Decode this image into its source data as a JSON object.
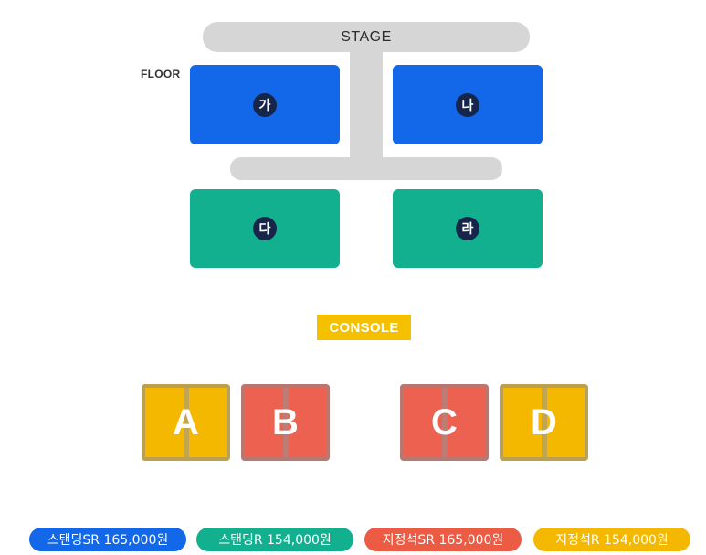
{
  "stage": {
    "label": "STAGE"
  },
  "floor_label": "FLOOR",
  "sections": {
    "ga": "가",
    "na": "나",
    "da": "다",
    "ra": "라"
  },
  "console": "CONSOLE",
  "seats": {
    "a": "A",
    "b": "B",
    "c": "C",
    "d": "D"
  },
  "legend": [
    {
      "label": "스탠딩SR 165,000원",
      "color": "#1268e8"
    },
    {
      "label": "스탠딩R 154,000원",
      "color": "#12b08e"
    },
    {
      "label": "지정석SR 165,000원",
      "color": "#ec5b44"
    },
    {
      "label": "지정석R 154,000원",
      "color": "#f5b800"
    }
  ]
}
